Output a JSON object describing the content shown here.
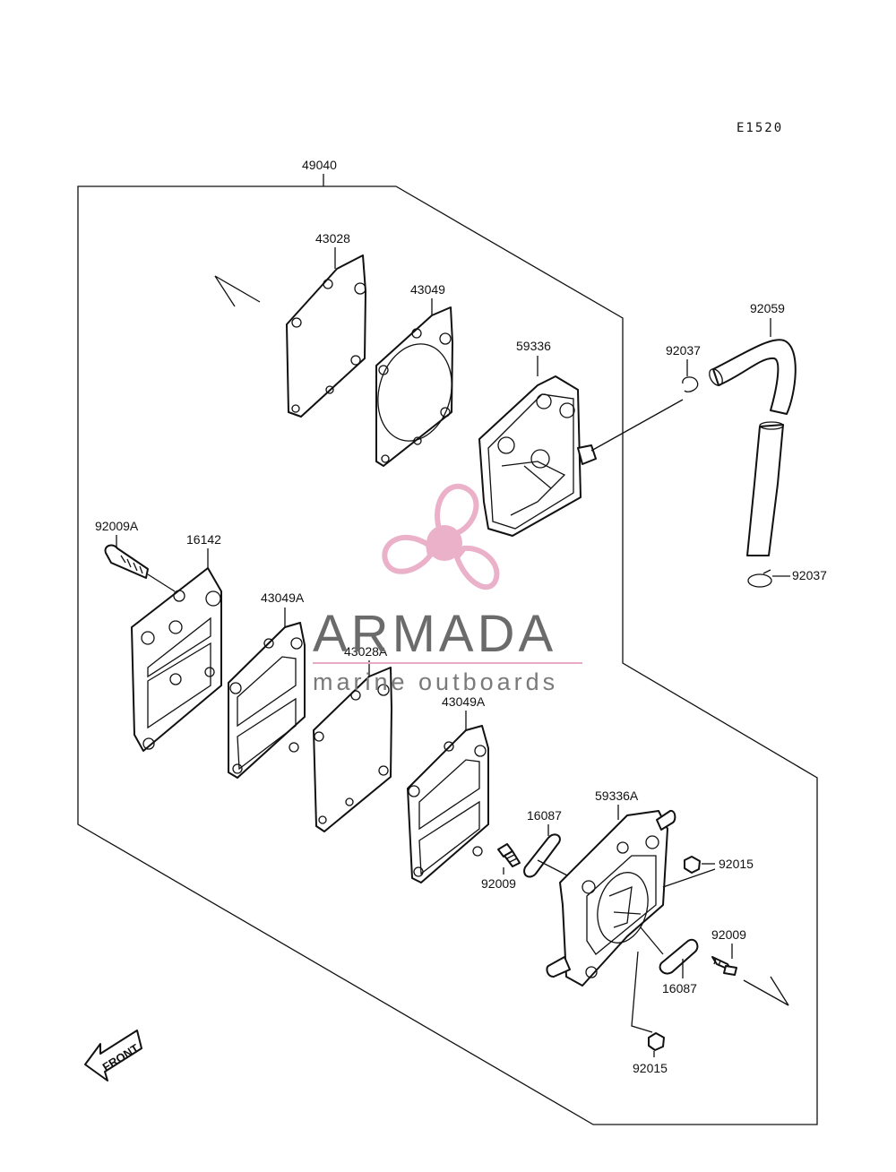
{
  "diagram": {
    "code": "E1520",
    "front_label": "FRONT",
    "assembly_label": "49040"
  },
  "labels": {
    "p43028": "43028",
    "p43049": "43049",
    "p59336": "59336",
    "p92037_top": "92037",
    "p92059": "92059",
    "p92037_bottom": "92037",
    "p92009A": "92009A",
    "p16142": "16142",
    "p43049A_left": "43049A",
    "p43028A": "43028A",
    "p43049A_right": "43049A",
    "p16087_left": "16087",
    "p59336A": "59336A",
    "p92009_left": "92009",
    "p92015_right": "92015",
    "p92009_right": "92009",
    "p16087_right": "16087",
    "p92015_bottom": "92015"
  },
  "watermark": {
    "brand": "ARMADA",
    "tagline": "marine outboards",
    "accent_color": "#e8a9c4",
    "text_color": "#6b6b6b"
  },
  "icons": {
    "logo": "propeller-icon",
    "front_arrow": "front-arrow-icon"
  }
}
